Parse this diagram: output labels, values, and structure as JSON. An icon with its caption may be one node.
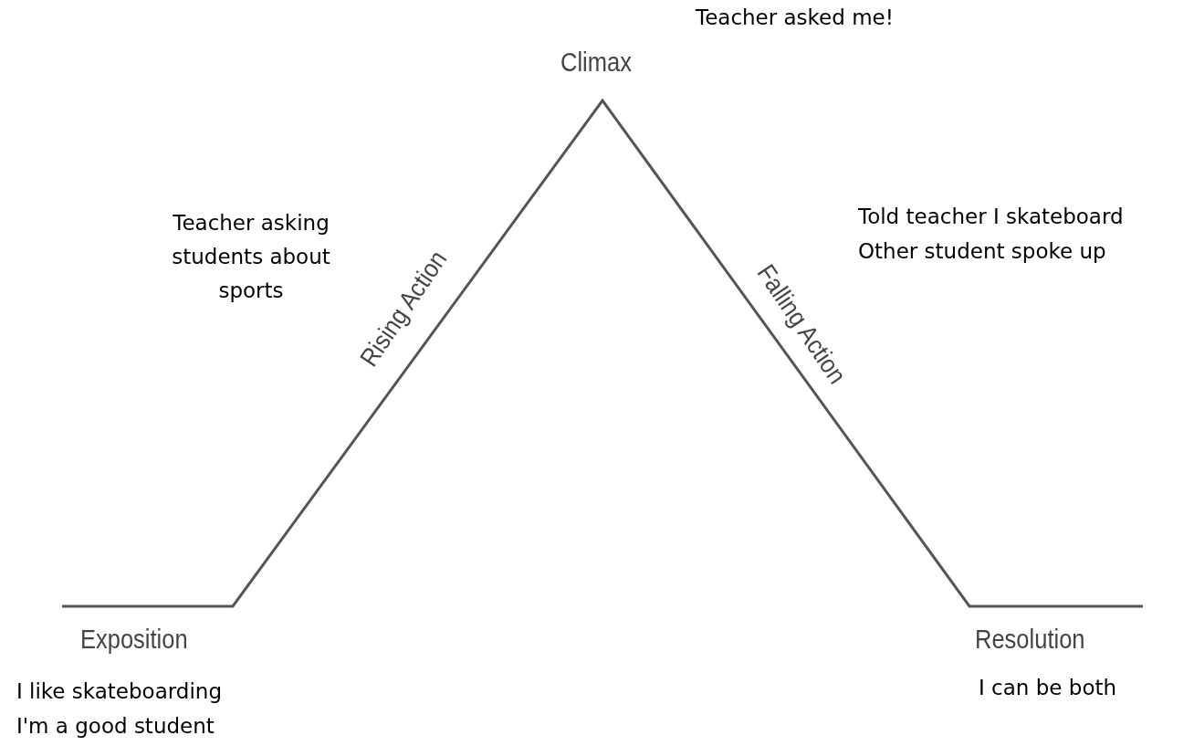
{
  "diagram": {
    "labels": [
      "Teacher asked me!",
      "Climax",
      "Teacher asking students about sports",
      "Told teacher I skateboard",
      "Other student spoke up",
      "Rising Action",
      "Falling Action",
      "Exposition",
      "Resolution",
      "I like skateboarding",
      "I'm a good student",
      "I can be both"
    ]
  }
}
